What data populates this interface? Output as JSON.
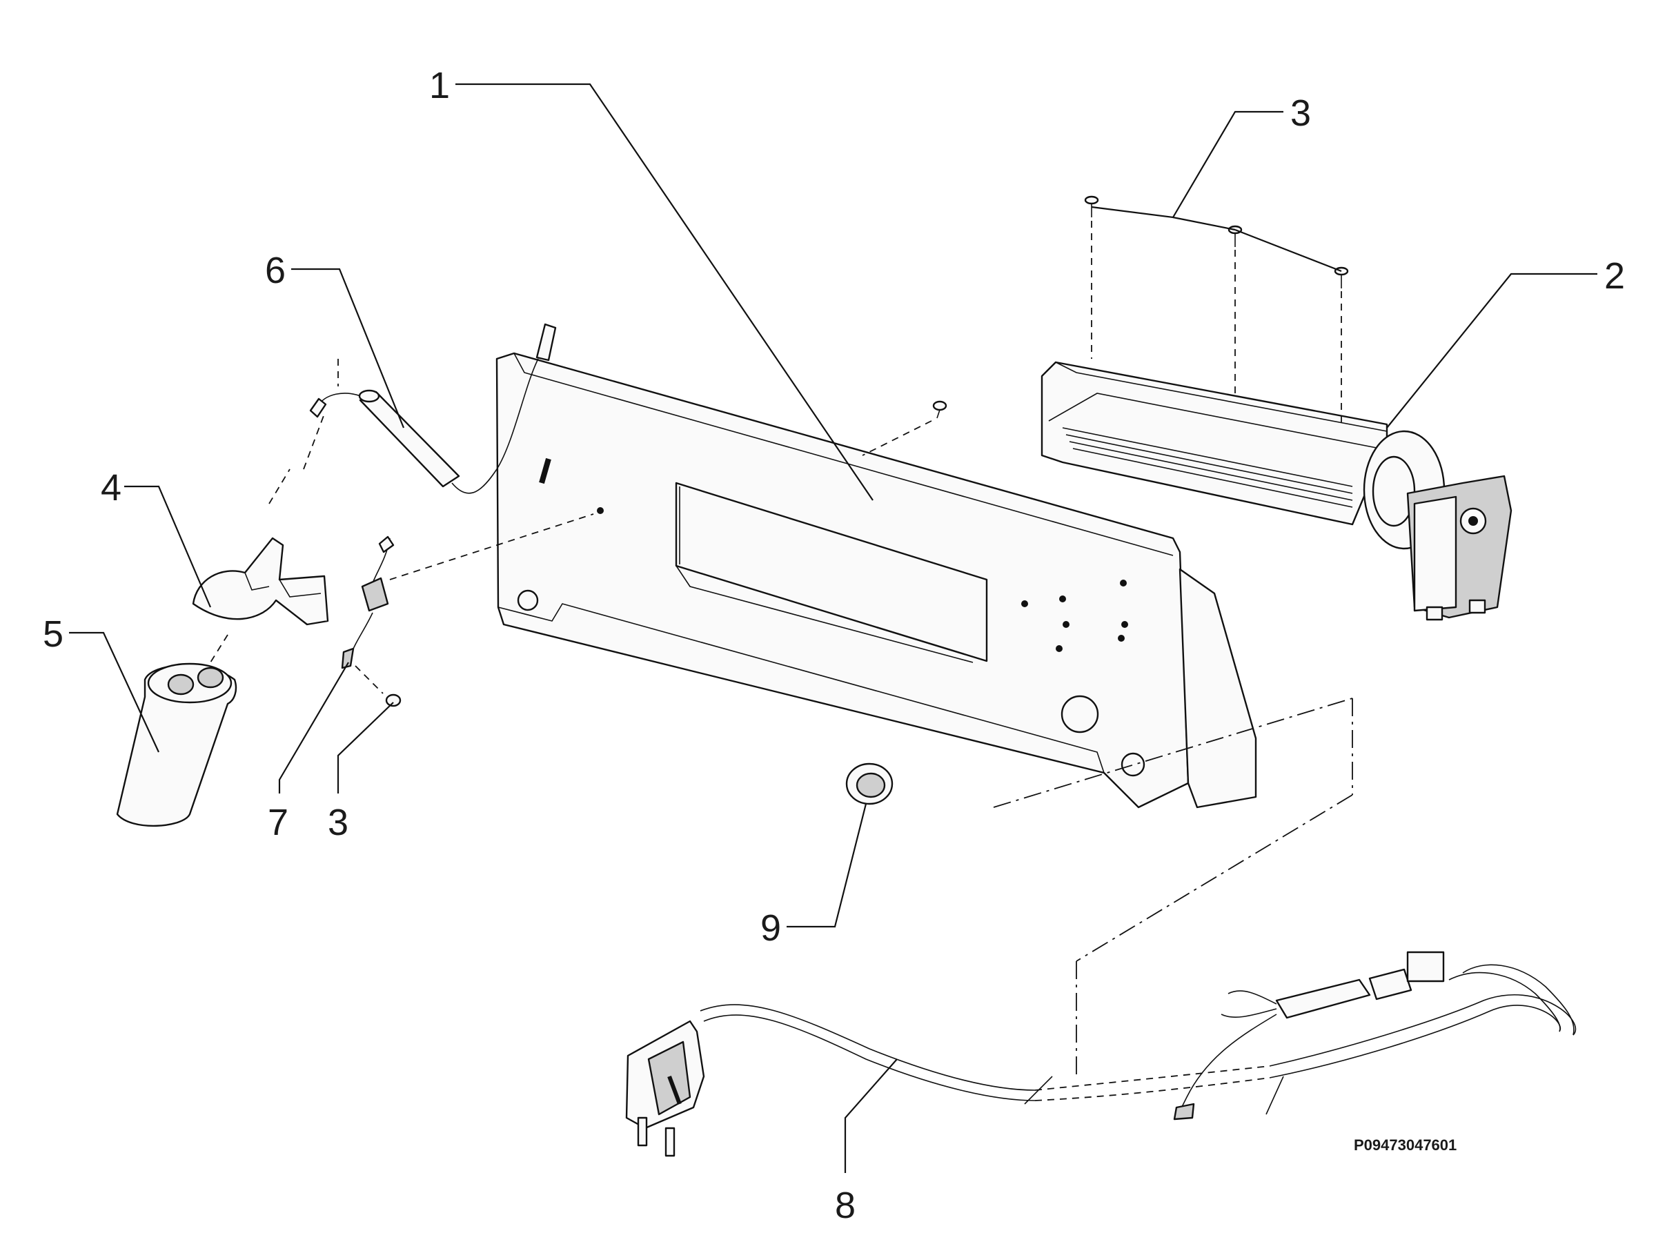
{
  "callouts": {
    "c1": "1",
    "c2": "2",
    "c3_top": "3",
    "c3_bottom": "3",
    "c4": "4",
    "c5": "5",
    "c6": "6",
    "c7": "7",
    "c8": "8",
    "c9": "9"
  },
  "drawing_code": "P09473047601"
}
